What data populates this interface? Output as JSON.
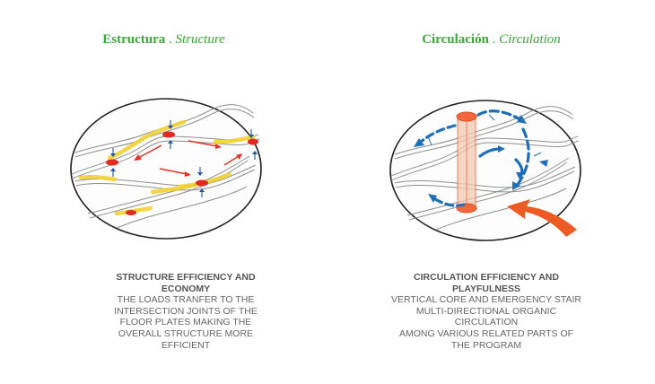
{
  "left": {
    "title_es": "Estructura",
    "separator": ".",
    "title_en": "Structure",
    "caption_heading_1": "STRUCTURE EFFICIENCY AND",
    "caption_heading_2": "ECONOMY",
    "caption_lines": [
      "THE LOADS TRANFER TO THE",
      "INTERSECTION JOINTS OF THE",
      "FLOOR PLATES MAKING THE",
      "OVERALL STRUCTURE MORE",
      "EFFICIENT"
    ]
  },
  "right": {
    "title_es": "Circulación",
    "separator": ".",
    "title_en": "Circulation",
    "caption_heading_1": "CIRCULATION EFFICIENCY AND",
    "caption_heading_2": "PLAYFULNESS",
    "caption_lines": [
      "VERTICAL CORE AND EMERGENCY STAIR",
      "MULTI-DIRECTIONAL ORGANIC",
      "CIRCULATION",
      "AMONG VARIOUS RELATED  PARTS OF",
      "THE PROGRAM"
    ]
  },
  "colors": {
    "title_green": "#3aa935",
    "structure_yellow": "#f2d233",
    "joint_red": "#e02a1e",
    "load_arrow_red": "#e03326",
    "support_blue": "#2456a6",
    "circulation_blue": "#1f6fb8",
    "core_orange": "#f2683a",
    "entry_arrow_orange": "#ee5a24",
    "floor_gray": "#9a9a9a"
  }
}
